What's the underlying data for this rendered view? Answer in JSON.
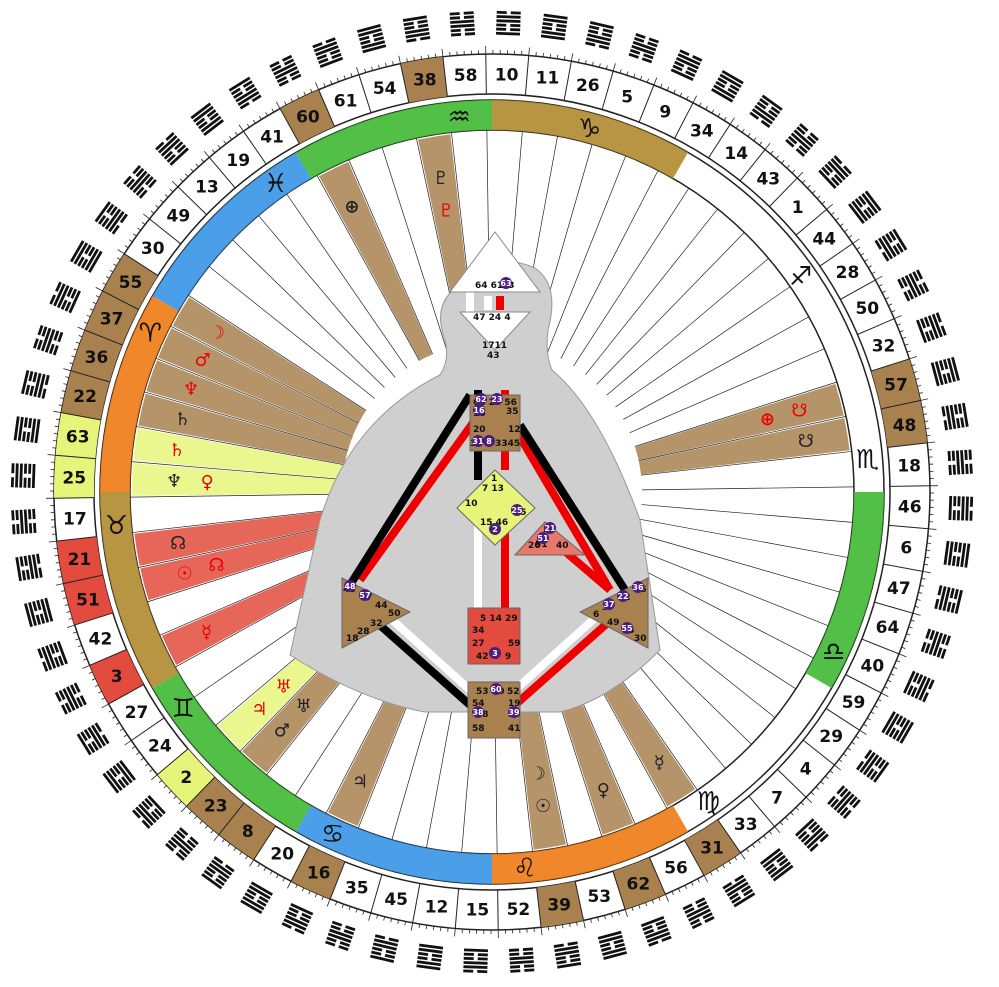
{
  "wheel": {
    "gates_clockwise_from_top": [
      10,
      11,
      26,
      5,
      9,
      34,
      14,
      43,
      1,
      44,
      28,
      50,
      32,
      57,
      48,
      18,
      46,
      6,
      47,
      64,
      40,
      59,
      29,
      4,
      7,
      33,
      31,
      56,
      62,
      53,
      39,
      52,
      15,
      12,
      45,
      35,
      16,
      20,
      8,
      23,
      2,
      24,
      27,
      3,
      42,
      51,
      21,
      17,
      25,
      63,
      22,
      36,
      37,
      55,
      30,
      49,
      13,
      19,
      41,
      60,
      61,
      54,
      38,
      58
    ],
    "gate_colors": {
      "38": "#a8814f",
      "60": "#a8814f",
      "55": "#a8814f",
      "37": "#a8814f",
      "63": "#e6f57a",
      "22": "#a8814f",
      "36": "#a8814f",
      "25": "#e6f57a",
      "21": "#e24b3d",
      "51": "#e24b3d",
      "3": "#e24b3d",
      "2": "#e6f57a",
      "23": "#a8814f",
      "8": "#a8814f",
      "16": "#a8814f",
      "39": "#a8814f",
      "62": "#a8814f",
      "31": "#a8814f",
      "57": "#a8814f",
      "48": "#a8814f"
    },
    "zodiac": [
      {
        "name": "capricorn",
        "glyph": "♑",
        "start": -90,
        "end": -60,
        "color": "#b08a2e",
        "text_color": "#222"
      },
      {
        "name": "sagittarius",
        "glyph": "♐",
        "start": -60,
        "end": -30,
        "color": "#ffffff",
        "text_color": "#222"
      },
      {
        "name": "scorpio",
        "glyph": "♏",
        "start": -30,
        "end": 0,
        "color": "#ffffff",
        "text_color": "#222"
      },
      {
        "name": "libra",
        "glyph": "♎",
        "start": 0,
        "end": 30,
        "color": "#3fb832",
        "text_color": "#222"
      },
      {
        "name": "virgo",
        "glyph": "♍",
        "start": 30,
        "end": 60,
        "color": "#ffffff",
        "text_color": "#222"
      },
      {
        "name": "leo",
        "glyph": "♌",
        "start": 60,
        "end": 90,
        "color": "#f07a14",
        "text_color": "#222"
      },
      {
        "name": "cancer",
        "glyph": "♋",
        "start": 90,
        "end": 120,
        "color": "#3794e6",
        "text_color": "#222"
      },
      {
        "name": "gemini",
        "glyph": "♊",
        "start": 120,
        "end": 150,
        "color": "#3fb832",
        "text_color": "#222"
      },
      {
        "name": "taurus",
        "glyph": "♉",
        "start": 150,
        "end": 180,
        "color": "#b08a2e",
        "text_color": "#222"
      },
      {
        "name": "aries",
        "glyph": "♈",
        "start": 180,
        "end": 210,
        "color": "#f07a14",
        "text_color": "#222"
      },
      {
        "name": "pisces",
        "glyph": "♓",
        "start": 210,
        "end": 240,
        "color": "#3794e6",
        "text_color": "#222"
      },
      {
        "name": "aquarius",
        "glyph": "♒",
        "start": 240,
        "end": 270,
        "color": "#3fb832",
        "text_color": "#222"
      }
    ],
    "rays": [
      {
        "gate": "38",
        "angle": -103,
        "color": "#a8814f",
        "label": "♇",
        "label2": "♇",
        "label_color": "#222",
        "label2_color": "#e00"
      },
      {
        "gate": "60",
        "angle": -118,
        "color": "#a8814f",
        "label": "⊕",
        "label_color": "#222"
      },
      {
        "gate": "55",
        "angle": -162,
        "color": "#a8814f",
        "label": "☽",
        "label_color": "#e00"
      },
      {
        "gate": "37",
        "angle": -167,
        "color": "#a8814f",
        "label": "♂",
        "label_color": "#e00"
      },
      {
        "gate": "63",
        "angle": -172,
        "color": "#e6f57a",
        "label": "♄",
        "label_color": "#e00"
      },
      {
        "gate": "22",
        "angle": -177,
        "color": "#a8814f",
        "label": "♄",
        "label_color": "#222"
      },
      {
        "gate": "36",
        "angle": -182,
        "color": "#a8814f",
        "label": "♆",
        "label_color": "#e00"
      },
      {
        "gate": "25",
        "angle": -188,
        "color": "#e6f57a",
        "label": "♆",
        "label2": "♀",
        "label_color": "#222",
        "label2_color": "#e00"
      },
      {
        "gate": "21",
        "angle": -198,
        "color": "#e24b3d",
        "label": "☊",
        "label_color": "#222"
      },
      {
        "gate": "51",
        "angle": -204,
        "color": "#e24b3d",
        "label": "☉",
        "label2": "☊",
        "label_color": "#e00",
        "label2_color": "#e00"
      },
      {
        "gate": "3",
        "angle": -213,
        "color": "#e24b3d",
        "label": "☿",
        "label_color": "#e00"
      },
      {
        "gate": "2",
        "angle": -234,
        "color": "#e6f57a",
        "label": "♃",
        "label2": "♅",
        "label_color": "#e00",
        "label2_color": "#e00"
      },
      {
        "gate": "23",
        "angle": -238,
        "color": "#a8814f",
        "label": "♂",
        "label2": "♅",
        "label_color": "#222",
        "label2_color": "#222"
      },
      {
        "gate": "16",
        "angle": -256,
        "color": "#a8814f",
        "label": "♃",
        "label_color": "#222"
      },
      {
        "gate": "39",
        "angle": -290,
        "color": "#a8814f",
        "label": "☉",
        "label2": "☽",
        "label_color": "#222",
        "label2_color": "#222"
      },
      {
        "gate": "62",
        "angle": -302,
        "color": "#a8814f",
        "label": "♀",
        "label_color": "#222"
      },
      {
        "gate": "31",
        "angle": -318,
        "color": "#a8814f",
        "label": "☿",
        "label_color": "#222"
      },
      {
        "gate": "57",
        "angle": -345,
        "color": "#a8814f",
        "label": "☋",
        "label2": "⊕",
        "label_color": "#e00",
        "label2_color": "#e00"
      },
      {
        "gate": "48",
        "angle": -348,
        "color": "#a8814f",
        "label": "☋",
        "label_color": "#222"
      }
    ],
    "centers": [
      {
        "name": "head",
        "gates": [
          "64",
          "61",
          "63"
        ]
      },
      {
        "name": "ajna",
        "gates": [
          "47",
          "24",
          "4",
          "17",
          "11",
          "43"
        ]
      },
      {
        "name": "throat",
        "gates": [
          "62",
          "23",
          "56",
          "16",
          "35",
          "20",
          "12",
          "31",
          "8",
          "33",
          "45"
        ]
      },
      {
        "name": "g",
        "gates": [
          "1",
          "7",
          "13",
          "10",
          "15",
          "46",
          "25",
          "2"
        ]
      },
      {
        "name": "heart",
        "gates": [
          "21",
          "51",
          "26",
          "40"
        ]
      },
      {
        "name": "spleen",
        "gates": [
          "48",
          "57",
          "44",
          "50",
          "32",
          "28",
          "18"
        ]
      },
      {
        "name": "sacral",
        "gates": [
          "5",
          "14",
          "29",
          "34",
          "27",
          "59",
          "42",
          "3",
          "9"
        ]
      },
      {
        "name": "solar",
        "gates": [
          "36",
          "22",
          "37",
          "6",
          "49",
          "55",
          "30"
        ]
      },
      {
        "name": "root",
        "gates": [
          "53",
          "60",
          "52",
          "54",
          "19",
          "38",
          "39",
          "58",
          "41"
        ]
      }
    ]
  }
}
